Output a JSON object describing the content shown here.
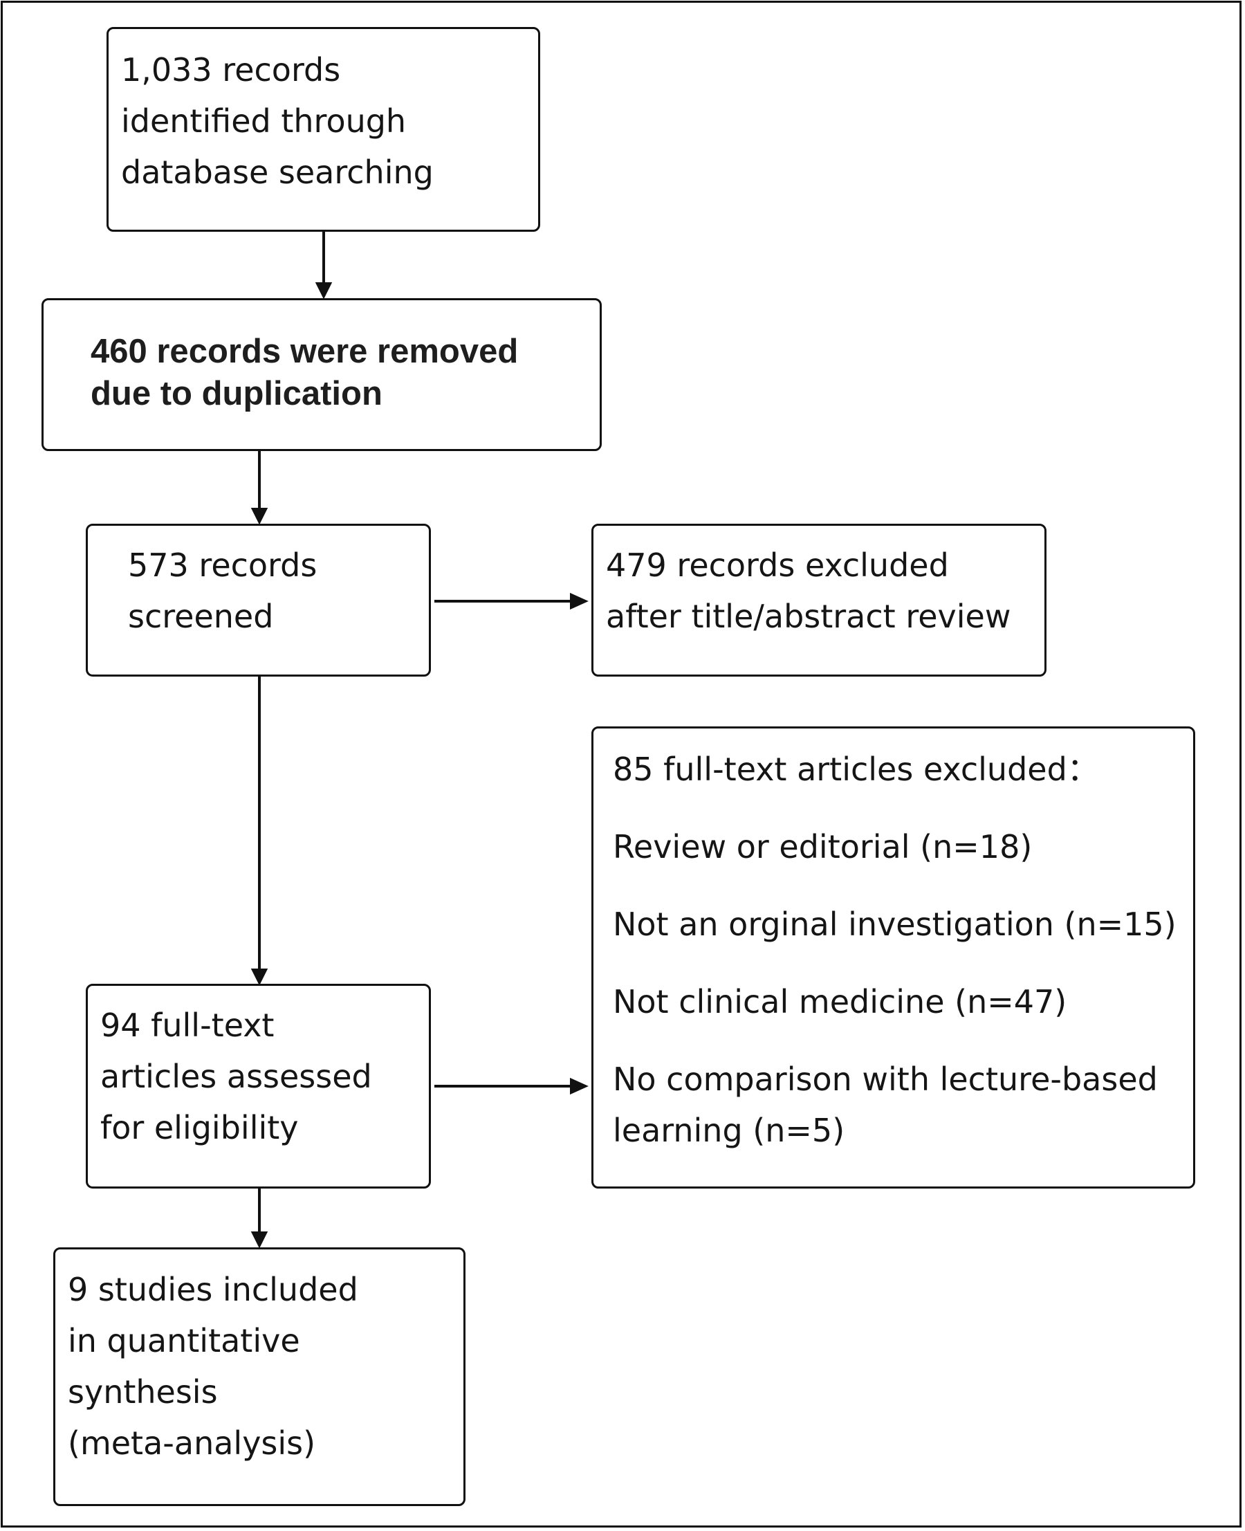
{
  "boxes": {
    "identified": "1,033  records\nidentified through\ndatabase searching",
    "duplicates": "460 records were removed\ndue to duplication",
    "screened": "573  records\nscreened",
    "excluded_screen": "479  records excluded\nafter title/abstract review",
    "fulltext": "94  full-text\narticles assessed\nfor eligibility",
    "included": "9  studies included\nin quantitative\nsynthesis\n(meta-analysis)"
  },
  "fulltext_exclusions": {
    "heading": "85  full-text articles excluded：",
    "reasons": [
      "Review or editorial (n=18)",
      "Not an orginal investigation (n=15)",
      "Not clinical medicine (n=47)",
      "No comparison with lecture-based\nlearning (n=5)"
    ]
  }
}
